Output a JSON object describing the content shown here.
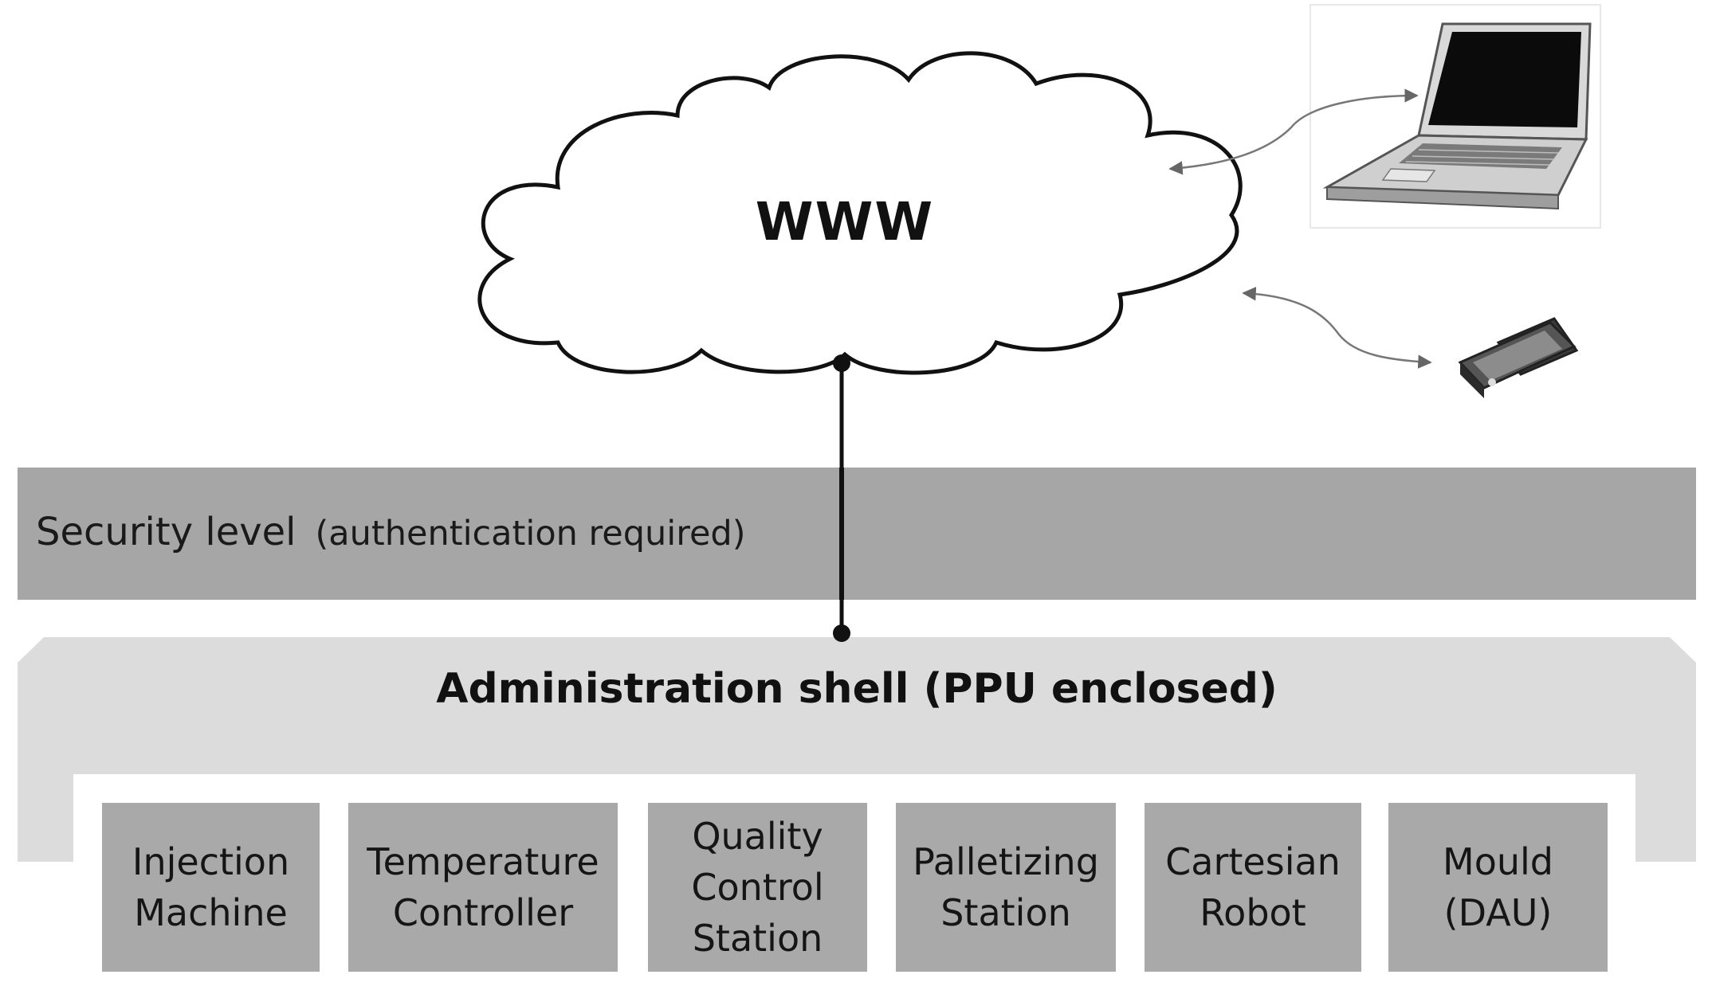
{
  "cloud": {
    "label": "WWW"
  },
  "security": {
    "label": "Security level",
    "note": "(authentication required)"
  },
  "shell": {
    "title": "Administration shell (PPU enclosed)"
  },
  "modules": [
    {
      "label": "Injection\nMachine"
    },
    {
      "label": "Temperature\nController"
    },
    {
      "label": "Quality\nControl\nStation"
    },
    {
      "label": "Palletizing\nStation"
    },
    {
      "label": "Cartesian\nRobot"
    },
    {
      "label": "Mould\n(DAU)"
    }
  ],
  "devices": [
    {
      "icon": "laptop-icon"
    },
    {
      "icon": "smartphone-icon"
    }
  ],
  "colors": {
    "band": "#a6a6a6",
    "shell": "#dcdcdc",
    "module": "#a9a9a9"
  }
}
